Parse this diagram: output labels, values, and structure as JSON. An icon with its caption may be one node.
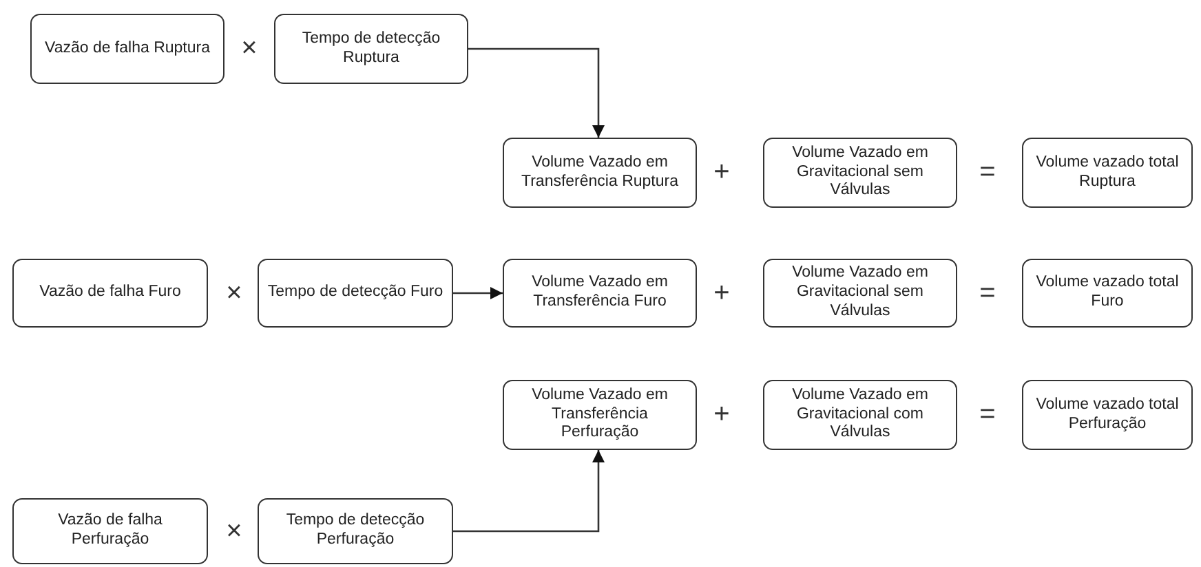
{
  "diagram": {
    "nodes": [
      {
        "text": [
          "Vazão de falha Ruptura"
        ]
      },
      {
        "text": [
          "Tempo de detecção Ruptura"
        ]
      },
      {
        "text": [
          "Volume Vazado em Transferência Ruptura"
        ]
      },
      {
        "text": [
          "Volume Vazado em Gravitacional sem Válvulas"
        ]
      },
      {
        "text": [
          "Volume vazado total Ruptura"
        ]
      },
      {
        "text": [
          "Vazão de falha Furo"
        ]
      },
      {
        "text": [
          "Tempo de detecção Furo"
        ]
      },
      {
        "text": [
          "Volume Vazado em Transferência Furo"
        ]
      },
      {
        "text": [
          "Volume Vazado em Gravitacional sem Válvulas"
        ]
      },
      {
        "text": [
          "Volume vazado total Furo"
        ]
      },
      {
        "text": [
          "Volume Vazado em Transferência Perfuração"
        ]
      },
      {
        "text": [
          "Volume Vazado em Gravitacional com Válvulas"
        ]
      },
      {
        "text": [
          "Volume vazado total Perfuração"
        ]
      },
      {
        "text": [
          "Vazão de falha Perfuração"
        ]
      },
      {
        "text": [
          "Tempo de detecção Perfuração"
        ]
      }
    ],
    "edges": [
      {
        "from": 1,
        "to": 2,
        "arrow": "to"
      },
      {
        "from": 6,
        "to": 7,
        "arrow": "to"
      },
      {
        "from": 14,
        "to": 10,
        "arrow": "to"
      }
    ],
    "labels": [
      "×",
      "+",
      "=",
      "×",
      "+",
      "=",
      "+",
      "=",
      "×"
    ]
  }
}
